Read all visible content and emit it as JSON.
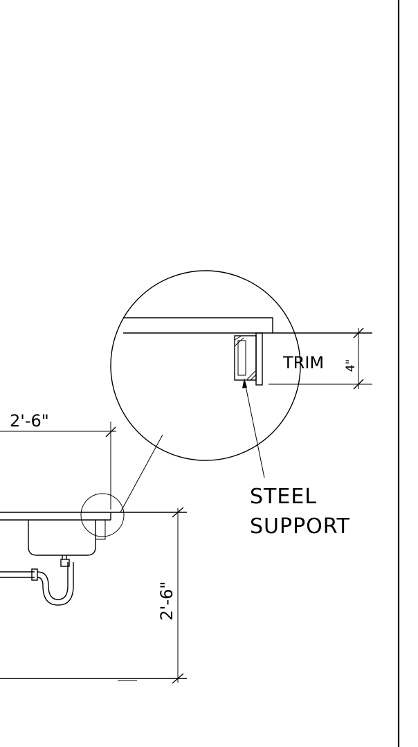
{
  "detail": {
    "trim_label": "TRIM",
    "trim_dimension": "4\"",
    "support_label_line1": "STEEL",
    "support_label_line2": "SUPPORT"
  },
  "elevation": {
    "depth_dimension": "2'-6\"",
    "height_dimension": "2'-6\""
  }
}
